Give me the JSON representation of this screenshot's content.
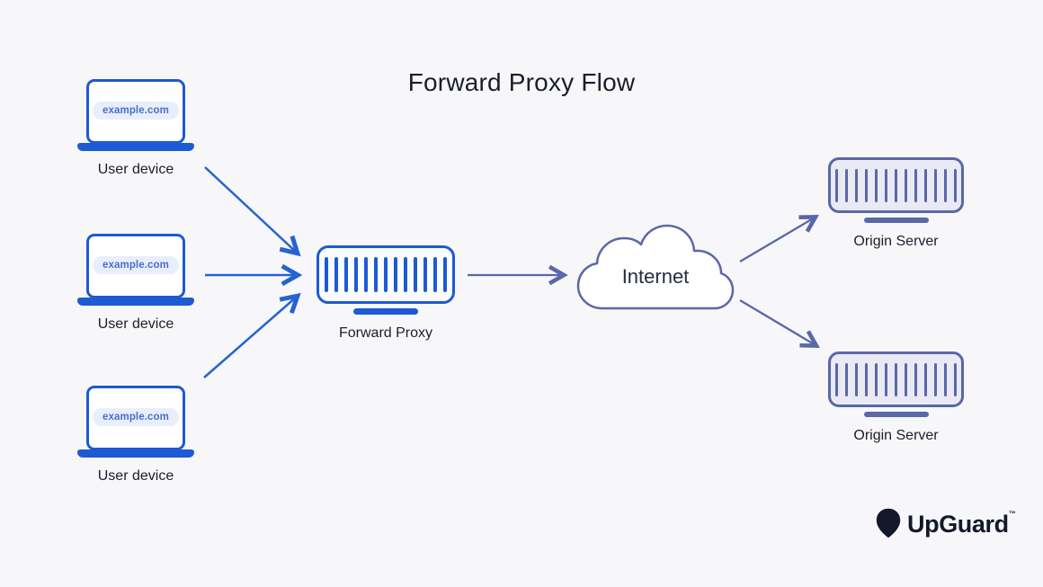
{
  "title": "Forward Proxy Flow",
  "nodes": {
    "user_devices": [
      {
        "label": "User device",
        "screen_text": "example.com"
      },
      {
        "label": "User device",
        "screen_text": "example.com"
      },
      {
        "label": "User device",
        "screen_text": "example.com"
      }
    ],
    "forward_proxy": {
      "label": "Forward Proxy",
      "icon": "server-icon",
      "bars": 13
    },
    "internet": {
      "label": "Internet",
      "icon": "cloud-icon"
    },
    "origin_servers": [
      {
        "label": "Origin Server",
        "icon": "server-icon",
        "bars": 13
      },
      {
        "label": "Origin Server",
        "icon": "server-icon",
        "bars": 13
      }
    ]
  },
  "edges": [
    {
      "from": "user-device-1",
      "to": "forward-proxy",
      "style": "blue-arrow"
    },
    {
      "from": "user-device-2",
      "to": "forward-proxy",
      "style": "blue-arrow"
    },
    {
      "from": "user-device-3",
      "to": "forward-proxy",
      "style": "blue-arrow"
    },
    {
      "from": "forward-proxy",
      "to": "internet",
      "style": "purple-arrow"
    },
    {
      "from": "internet",
      "to": "origin-server-1",
      "style": "purple-arrow"
    },
    {
      "from": "internet",
      "to": "origin-server-2",
      "style": "purple-arrow"
    }
  ],
  "branding": {
    "logo_text": "UpGuard",
    "trademark": "™",
    "icon": "upguard-shield-icon"
  },
  "colors": {
    "background": "#F7F7F9",
    "device_blue": "#1D5AD3",
    "arrow_blue": "#2563D4",
    "purple": "#5A67A8",
    "server_fill": "#E9EAF4",
    "pill_fill": "#E8EEFC",
    "pill_text": "#4A6ED0",
    "text_dark": "#1A1E2C"
  }
}
